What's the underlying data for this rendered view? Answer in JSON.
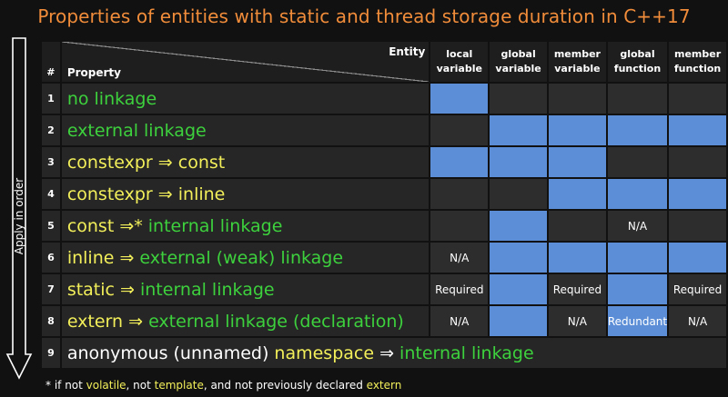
{
  "title": "Properties of entities with static and thread storage duration in C++17",
  "side_label": "Apply in order",
  "colors": {
    "title": "#f08c3a",
    "yellow": "#f2ef5a",
    "green": "#3dd13d",
    "blue_cell": "#5b8ed6"
  },
  "header": {
    "num": "#",
    "entity": "Entity",
    "property": "Property",
    "columns": [
      {
        "l1": "local",
        "l2": "variable"
      },
      {
        "l1": "global",
        "l2": "variable"
      },
      {
        "l1": "member",
        "l2": "variable"
      },
      {
        "l1": "global",
        "l2": "function"
      },
      {
        "l1": "member",
        "l2": "function"
      }
    ]
  },
  "rows": [
    {
      "num": "1",
      "parts": [
        {
          "text": "no linkage",
          "color": "g"
        }
      ],
      "cells": [
        {
          "fill": true,
          "text": ""
        },
        {
          "fill": false,
          "text": ""
        },
        {
          "fill": false,
          "text": ""
        },
        {
          "fill": false,
          "text": ""
        },
        {
          "fill": false,
          "text": ""
        }
      ]
    },
    {
      "num": "2",
      "parts": [
        {
          "text": "external linkage",
          "color": "g"
        }
      ],
      "cells": [
        {
          "fill": false,
          "text": ""
        },
        {
          "fill": true,
          "text": ""
        },
        {
          "fill": true,
          "text": ""
        },
        {
          "fill": true,
          "text": ""
        },
        {
          "fill": true,
          "text": ""
        }
      ]
    },
    {
      "num": "3",
      "parts": [
        {
          "text": "constexpr ⇒ const",
          "color": "y"
        }
      ],
      "cells": [
        {
          "fill": true,
          "text": ""
        },
        {
          "fill": true,
          "text": ""
        },
        {
          "fill": true,
          "text": ""
        },
        {
          "fill": false,
          "text": ""
        },
        {
          "fill": false,
          "text": ""
        }
      ]
    },
    {
      "num": "4",
      "parts": [
        {
          "text": "constexpr ⇒ inline",
          "color": "y"
        }
      ],
      "cells": [
        {
          "fill": false,
          "text": ""
        },
        {
          "fill": false,
          "text": ""
        },
        {
          "fill": true,
          "text": ""
        },
        {
          "fill": true,
          "text": ""
        },
        {
          "fill": true,
          "text": ""
        }
      ]
    },
    {
      "num": "5",
      "parts": [
        {
          "text": "const ⇒* ",
          "color": "y"
        },
        {
          "text": "internal linkage",
          "color": "g"
        }
      ],
      "cells": [
        {
          "fill": false,
          "text": ""
        },
        {
          "fill": true,
          "text": ""
        },
        {
          "fill": false,
          "text": ""
        },
        {
          "fill": false,
          "text": "N/A"
        },
        {
          "fill": false,
          "text": ""
        }
      ]
    },
    {
      "num": "6",
      "parts": [
        {
          "text": "inline ⇒ ",
          "color": "y"
        },
        {
          "text": "external (weak) linkage",
          "color": "g"
        }
      ],
      "cells": [
        {
          "fill": false,
          "text": "N/A"
        },
        {
          "fill": true,
          "text": ""
        },
        {
          "fill": true,
          "text": ""
        },
        {
          "fill": true,
          "text": ""
        },
        {
          "fill": true,
          "text": ""
        }
      ]
    },
    {
      "num": "7",
      "parts": [
        {
          "text": "static ⇒ ",
          "color": "y"
        },
        {
          "text": "internal linkage",
          "color": "g"
        }
      ],
      "cells": [
        {
          "fill": false,
          "text": "Required"
        },
        {
          "fill": true,
          "text": ""
        },
        {
          "fill": false,
          "text": "Required"
        },
        {
          "fill": true,
          "text": ""
        },
        {
          "fill": false,
          "text": "Required"
        }
      ]
    },
    {
      "num": "8",
      "parts": [
        {
          "text": "extern ⇒ ",
          "color": "y"
        },
        {
          "text": "external linkage (declaration)",
          "color": "g"
        }
      ],
      "cells": [
        {
          "fill": false,
          "text": "N/A"
        },
        {
          "fill": true,
          "text": ""
        },
        {
          "fill": false,
          "text": "N/A"
        },
        {
          "fill": true,
          "text": "Redundant"
        },
        {
          "fill": false,
          "text": "N/A"
        }
      ]
    }
  ],
  "row9": {
    "num": "9",
    "parts": [
      {
        "text": "anonymous (unnamed) ",
        "color": "w"
      },
      {
        "text": "namespace",
        "color": "y"
      },
      {
        "text": " ⇒ ",
        "color": "w"
      },
      {
        "text": "internal linkage",
        "color": "g"
      }
    ]
  },
  "footnote": [
    {
      "text": "* if not ",
      "color": "w"
    },
    {
      "text": "volatile",
      "color": "y"
    },
    {
      "text": ", not ",
      "color": "w"
    },
    {
      "text": "template",
      "color": "y"
    },
    {
      "text": ", and not previously declared ",
      "color": "w"
    },
    {
      "text": "extern",
      "color": "y"
    }
  ]
}
